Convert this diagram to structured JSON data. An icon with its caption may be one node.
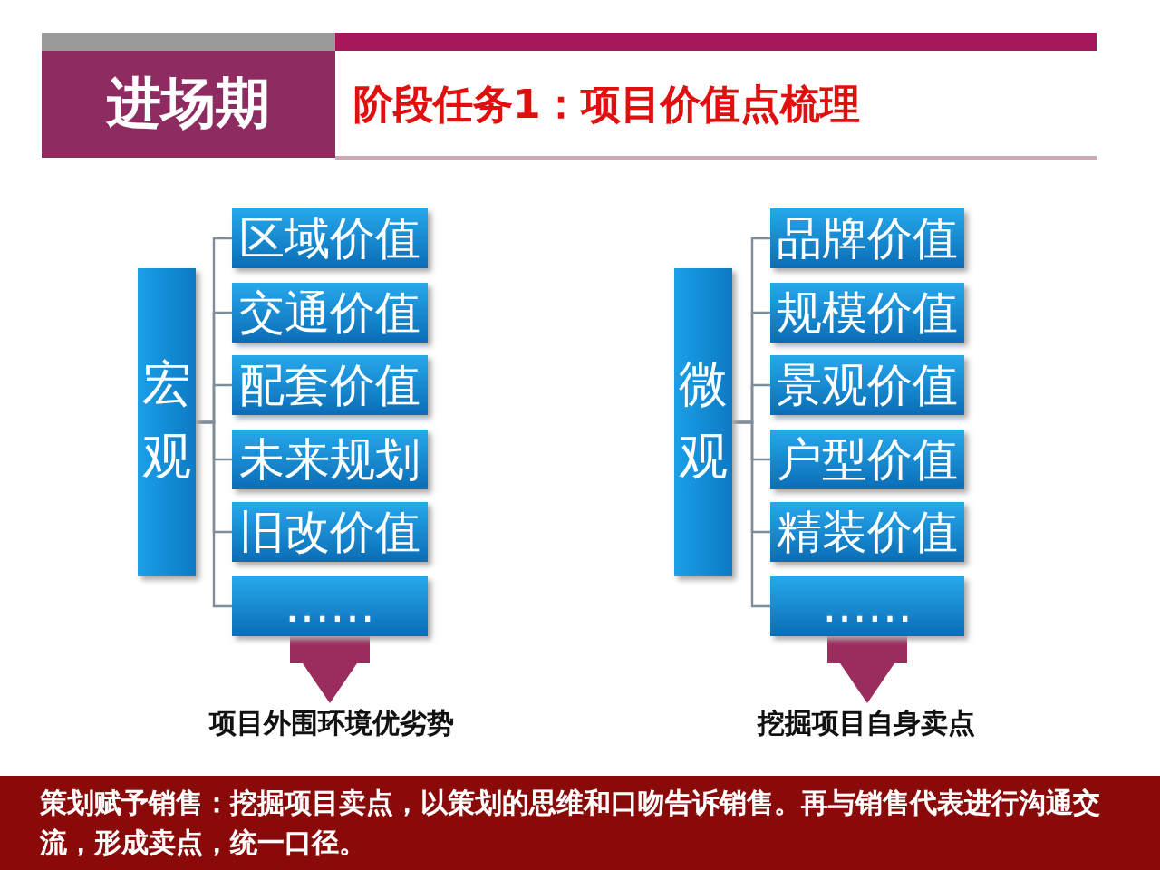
{
  "diagram": {
    "title": "阶段任务1：项目价值点梳理",
    "nodes": [
      {
        "text": [
          "进场期"
        ]
      },
      {
        "text": [
          "宏观"
        ]
      },
      {
        "text": [
          "区域价值"
        ]
      },
      {
        "text": [
          "交通价值"
        ]
      },
      {
        "text": [
          "配套价值"
        ]
      },
      {
        "text": [
          "未来规划"
        ]
      },
      {
        "text": [
          "旧改价值"
        ]
      },
      {
        "text": [
          "……"
        ]
      },
      {
        "text": [
          "项目外围环境优劣势"
        ]
      },
      {
        "text": [
          "微观"
        ]
      },
      {
        "text": [
          "品牌价值"
        ]
      },
      {
        "text": [
          "规模价值"
        ]
      },
      {
        "text": [
          "景观价值"
        ]
      },
      {
        "text": [
          "户型价值"
        ]
      },
      {
        "text": [
          "精装价值"
        ]
      },
      {
        "text": [
          "……"
        ]
      },
      {
        "text": [
          "挖掘项目自身卖点"
        ]
      },
      {
        "text": [
          "策划赋予销售：挖掘项目卖点，以策划的思维和口吻告诉销售。再与销售代表进行沟通交流，形成卖点，统一口径。"
        ]
      }
    ],
    "edges": [
      {
        "from": 1,
        "to": 2,
        "arrow": "none"
      },
      {
        "from": 1,
        "to": 3,
        "arrow": "none"
      },
      {
        "from": 1,
        "to": 4,
        "arrow": "none"
      },
      {
        "from": 1,
        "to": 5,
        "arrow": "none"
      },
      {
        "from": 1,
        "to": 6,
        "arrow": "none"
      },
      {
        "from": 1,
        "to": 7,
        "arrow": "none"
      },
      {
        "from": 7,
        "to": 8,
        "arrow": "to",
        "style": "thick",
        "color": "#9b2d5e"
      },
      {
        "from": 9,
        "to": 10,
        "arrow": "none"
      },
      {
        "from": 9,
        "to": 11,
        "arrow": "none"
      },
      {
        "from": 9,
        "to": 12,
        "arrow": "none"
      },
      {
        "from": 9,
        "to": 13,
        "arrow": "none"
      },
      {
        "from": 9,
        "to": 14,
        "arrow": "none"
      },
      {
        "from": 9,
        "to": 15,
        "arrow": "none"
      },
      {
        "from": 15,
        "to": 16,
        "arrow": "to",
        "style": "thick",
        "color": "#9b2d5e"
      }
    ]
  }
}
